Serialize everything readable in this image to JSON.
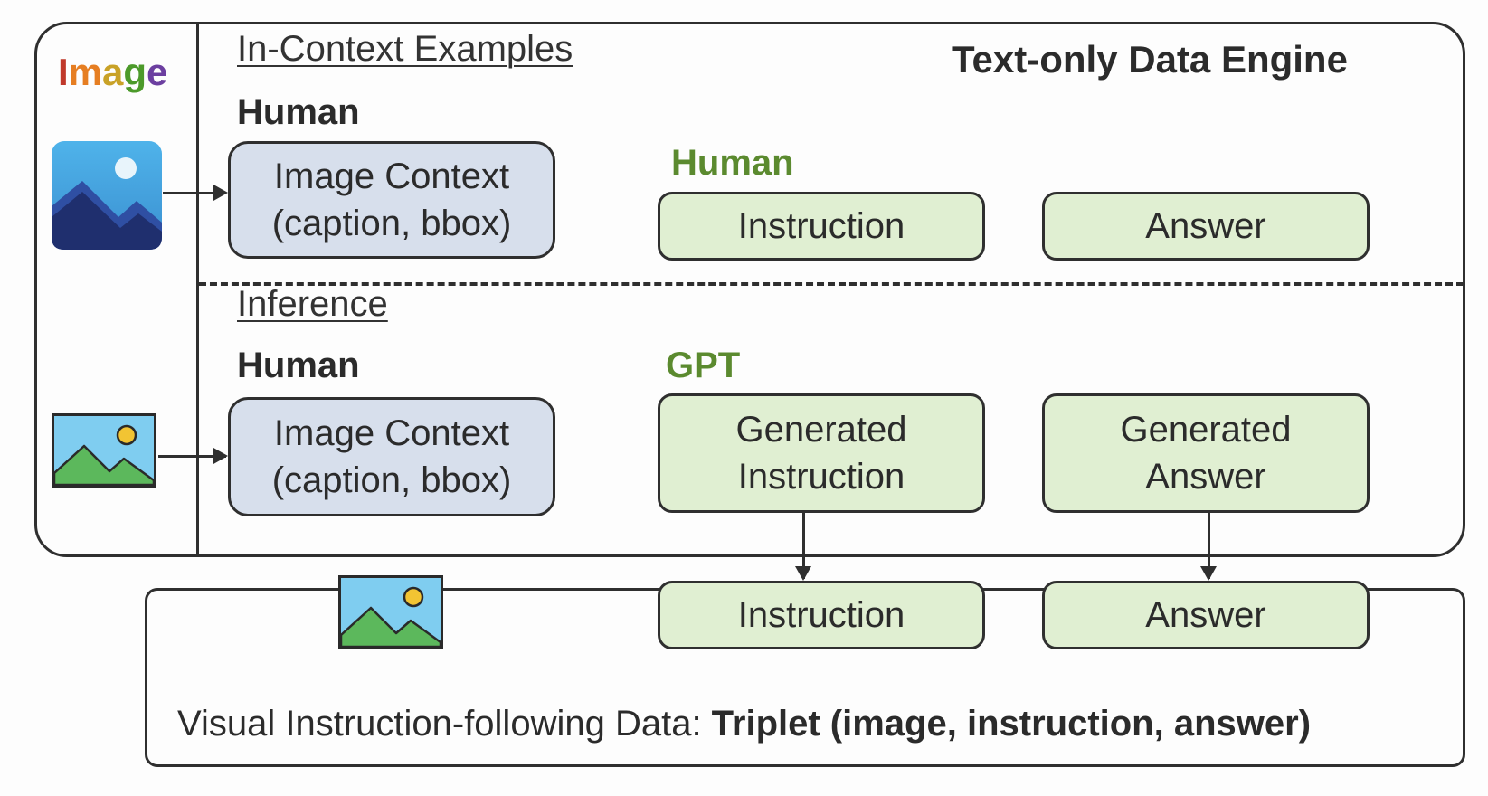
{
  "image_label": {
    "letters": [
      {
        "char": "I",
        "color": "#c0392b"
      },
      {
        "char": "m",
        "color": "#e67e22"
      },
      {
        "char": "a",
        "color": "#c9a227"
      },
      {
        "char": "g",
        "color": "#4c9a2a"
      },
      {
        "char": "e",
        "color": "#6c3fa0"
      }
    ]
  },
  "engine": {
    "title": "Text-only Data Engine",
    "in_context": {
      "heading": "In-Context Examples",
      "human_label": "Human",
      "context_box": "Image Context\n(caption, bbox)",
      "human_green_label": "Human",
      "instruction_box": "Instruction",
      "answer_box": "Answer"
    },
    "inference": {
      "heading": "Inference",
      "human_label": "Human",
      "context_box": "Image Context\n(caption, bbox)",
      "gpt_label": "GPT",
      "generated_instruction_box": "Generated\nInstruction",
      "generated_answer_box": "Generated\nAnswer"
    }
  },
  "output": {
    "instruction_box": "Instruction",
    "answer_box": "Answer",
    "caption_prefix": "Visual Instruction-following Data: ",
    "caption_bold": "Triplet (image, instruction, answer)"
  },
  "colors": {
    "context_fill": "#d7dfec",
    "green_fill": "#e0efd2",
    "green_text": "#5b8a2f",
    "stroke": "#2f2f2f"
  },
  "icons": [
    "photo-icon-dark",
    "photo-icon-light",
    "photo-icon-output"
  ]
}
